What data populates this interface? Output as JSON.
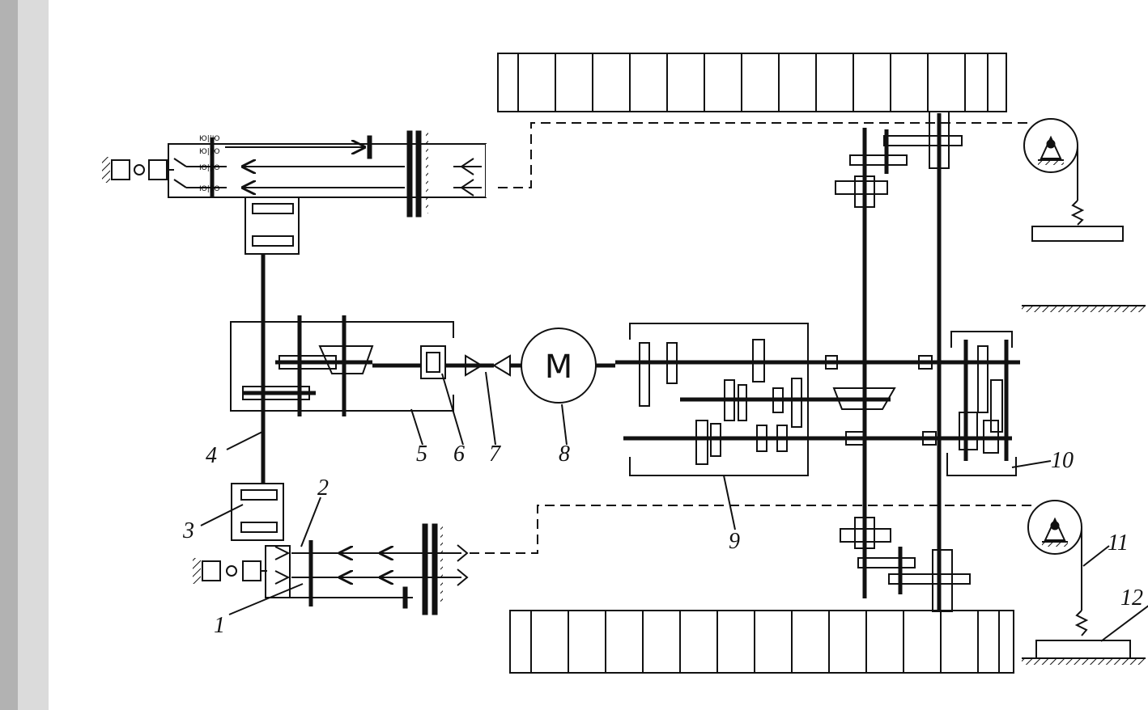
{
  "motor": {
    "label": "M"
  },
  "callouts": [
    {
      "id": "1",
      "text": "1"
    },
    {
      "id": "2",
      "text": "2"
    },
    {
      "id": "3",
      "text": "3"
    },
    {
      "id": "4",
      "text": "4"
    },
    {
      "id": "5",
      "text": "5"
    },
    {
      "id": "6",
      "text": "6"
    },
    {
      "id": "7",
      "text": "7"
    },
    {
      "id": "8",
      "text": "8"
    },
    {
      "id": "9",
      "text": "9"
    },
    {
      "id": "10",
      "text": "10"
    },
    {
      "id": "11",
      "text": "11"
    },
    {
      "id": "12",
      "text": "12"
    }
  ]
}
